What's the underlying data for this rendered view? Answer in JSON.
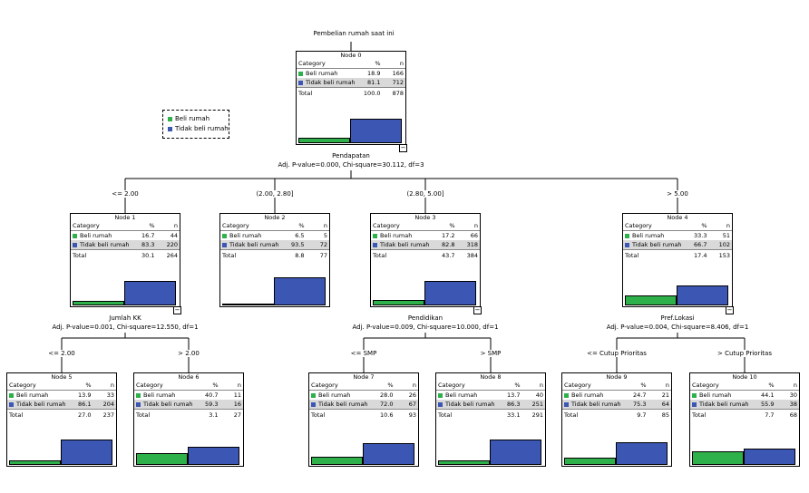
{
  "title": "Pembelian rumah saat ini",
  "legend": [
    {
      "label": "Beli rumah",
      "color": "#2eb04a"
    },
    {
      "label": "Tidak beli rumah",
      "color": "#3c56b3"
    }
  ],
  "columns": {
    "category": "Category",
    "pct": "%",
    "n": "n"
  },
  "total_label": "Total",
  "nodes": [
    {
      "name": "Node 0",
      "rows": [
        {
          "label": "Beli rumah",
          "pct": "18.9",
          "n": "166"
        },
        {
          "label": "Tidak beli rumah",
          "pct": "81.1",
          "n": "712"
        }
      ],
      "total": {
        "pct": "100.0",
        "n": "878"
      }
    },
    {
      "name": "Node 1",
      "rows": [
        {
          "label": "Beli rumah",
          "pct": "16.7",
          "n": "44"
        },
        {
          "label": "Tidak beli rumah",
          "pct": "83.3",
          "n": "220"
        }
      ],
      "total": {
        "pct": "30.1",
        "n": "264"
      }
    },
    {
      "name": "Node 2",
      "rows": [
        {
          "label": "Beli rumah",
          "pct": "6.5",
          "n": "5"
        },
        {
          "label": "Tidak beli rumah",
          "pct": "93.5",
          "n": "72"
        }
      ],
      "total": {
        "pct": "8.8",
        "n": "77"
      }
    },
    {
      "name": "Node 3",
      "rows": [
        {
          "label": "Beli rumah",
          "pct": "17.2",
          "n": "66"
        },
        {
          "label": "Tidak beli rumah",
          "pct": "82.8",
          "n": "318"
        }
      ],
      "total": {
        "pct": "43.7",
        "n": "384"
      }
    },
    {
      "name": "Node 4",
      "rows": [
        {
          "label": "Beli rumah",
          "pct": "33.3",
          "n": "51"
        },
        {
          "label": "Tidak beli rumah",
          "pct": "66.7",
          "n": "102"
        }
      ],
      "total": {
        "pct": "17.4",
        "n": "153"
      }
    },
    {
      "name": "Node 5",
      "rows": [
        {
          "label": "Beli rumah",
          "pct": "13.9",
          "n": "33"
        },
        {
          "label": "Tidak beli rumah",
          "pct": "86.1",
          "n": "204"
        }
      ],
      "total": {
        "pct": "27.0",
        "n": "237"
      }
    },
    {
      "name": "Node 6",
      "rows": [
        {
          "label": "Beli rumah",
          "pct": "40.7",
          "n": "11"
        },
        {
          "label": "Tidak beli rumah",
          "pct": "59.3",
          "n": "16"
        }
      ],
      "total": {
        "pct": "3.1",
        "n": "27"
      }
    },
    {
      "name": "Node 7",
      "rows": [
        {
          "label": "Beli rumah",
          "pct": "28.0",
          "n": "26"
        },
        {
          "label": "Tidak beli rumah",
          "pct": "72.0",
          "n": "67"
        }
      ],
      "total": {
        "pct": "10.6",
        "n": "93"
      }
    },
    {
      "name": "Node 8",
      "rows": [
        {
          "label": "Beli rumah",
          "pct": "13.7",
          "n": "40"
        },
        {
          "label": "Tidak beli rumah",
          "pct": "86.3",
          "n": "251"
        }
      ],
      "total": {
        "pct": "33.1",
        "n": "291"
      }
    },
    {
      "name": "Node 9",
      "rows": [
        {
          "label": "Beli rumah",
          "pct": "24.7",
          "n": "21"
        },
        {
          "label": "Tidak beli rumah",
          "pct": "75.3",
          "n": "64"
        }
      ],
      "total": {
        "pct": "9.7",
        "n": "85"
      }
    },
    {
      "name": "Node 10",
      "rows": [
        {
          "label": "Beli rumah",
          "pct": "44.1",
          "n": "30"
        },
        {
          "label": "Tidak beli rumah",
          "pct": "55.9",
          "n": "38"
        }
      ],
      "total": {
        "pct": "7.7",
        "n": "68"
      }
    }
  ],
  "splits": [
    {
      "variable": "Pendapatan",
      "stats": "Adj. P-value=0.000, Chi-square=30.112, df=3"
    },
    {
      "variable": "Jumlah KK",
      "stats": "Adj. P-value=0.001, Chi-square=12.550, df=1"
    },
    {
      "variable": "Pendidikan",
      "stats": "Adj. P-value=0.009, Chi-square=10.000, df=1"
    },
    {
      "variable": "Pref.Lokasi",
      "stats": "Adj. P-value=0.004, Chi-square=8.406, df=1"
    }
  ],
  "conditions": [
    "<= 2.00",
    "(2.00, 2.80]",
    "(2.80, 5.00]",
    "> 5.00",
    "<= 2.00",
    "> 2.00",
    "<= SMP",
    "> SMP",
    "<= Cutup Prioritas",
    "> Cutup Prioritas"
  ],
  "collapse_symbol": "−"
}
